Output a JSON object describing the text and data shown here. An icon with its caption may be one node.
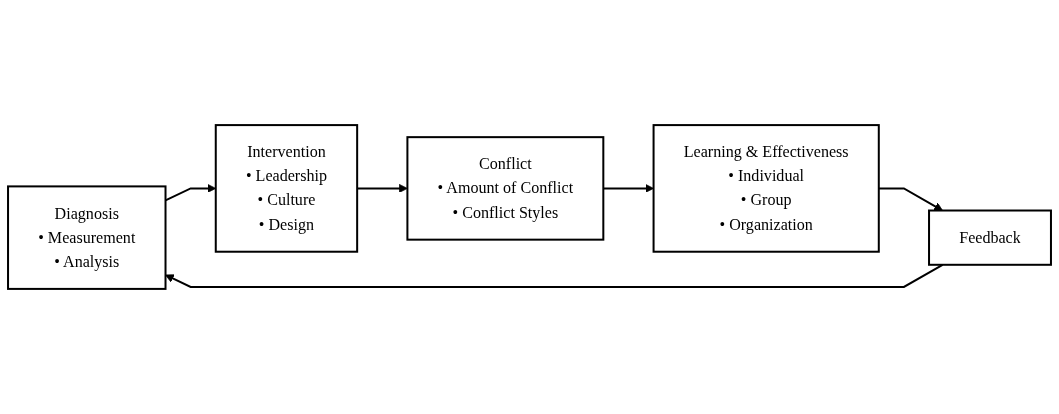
{
  "diagram": {
    "nodes": [
      {
        "text": [
          "Diagnosis",
          "• Measurement",
          "• Analysis"
        ]
      },
      {
        "text": [
          "Intervention",
          "• Leadership",
          "• Culture",
          "• Design"
        ]
      },
      {
        "text": [
          "Conflict",
          "• Amount of Conflict",
          "• Conflict Styles"
        ]
      },
      {
        "text": [
          "Learning & Effectiveness",
          "• Individual",
          "• Group",
          "• Organization"
        ]
      },
      {
        "text": [
          "Feedback"
        ]
      }
    ],
    "edges": [
      {
        "from": 0,
        "to": 1,
        "arrow": "to"
      },
      {
        "from": 1,
        "to": 2,
        "arrow": "to"
      },
      {
        "from": 2,
        "to": 3,
        "arrow": "to"
      },
      {
        "from": 3,
        "to": 4,
        "arrow": "to"
      },
      {
        "from": 4,
        "to": 0,
        "arrow": "to"
      }
    ]
  }
}
